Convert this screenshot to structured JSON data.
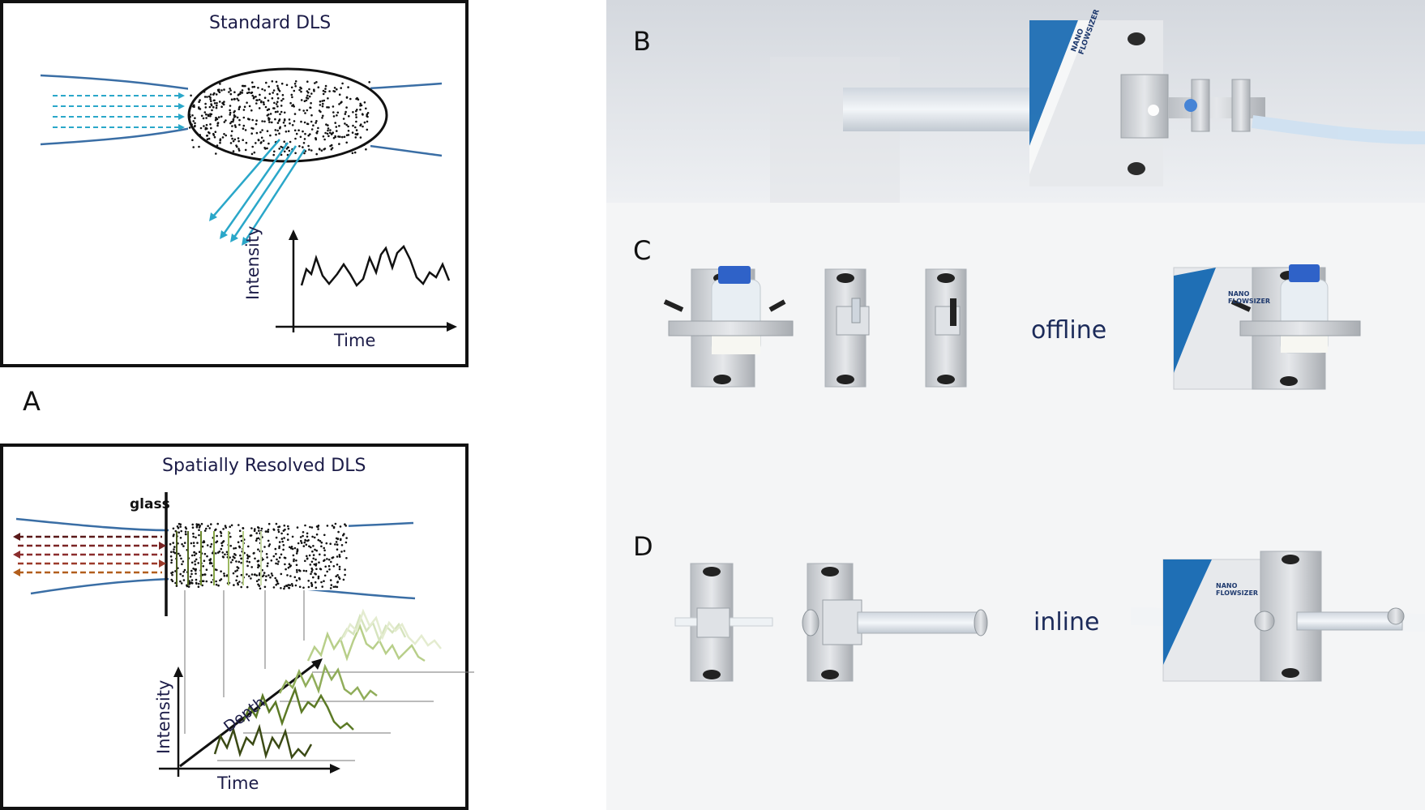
{
  "panel_a": {
    "letter": "A",
    "standard": {
      "title": "Standard DLS",
      "y_label": "Intensity",
      "x_label": "Time"
    },
    "spatial": {
      "title": "Spatially Resolved DLS",
      "glass_label": "glass",
      "depth_label": "Depth",
      "y_label": "Intensity",
      "x_label": "Time"
    }
  },
  "panel_b": {
    "letter": "B",
    "brand": "NANO FLOWSIZER"
  },
  "panel_c": {
    "letter": "C",
    "mode": "offline",
    "brand": "NANO FLOWSIZER"
  },
  "panel_d": {
    "letter": "D",
    "mode": "inline",
    "brand": "NANO FLOWSIZER"
  },
  "colors": {
    "laser_blue": "#2aa7c9",
    "beam_blue": "#3a6ea5",
    "device_blue": "#1f6fb5",
    "frame": "#111111",
    "text": "#1c1c48"
  }
}
